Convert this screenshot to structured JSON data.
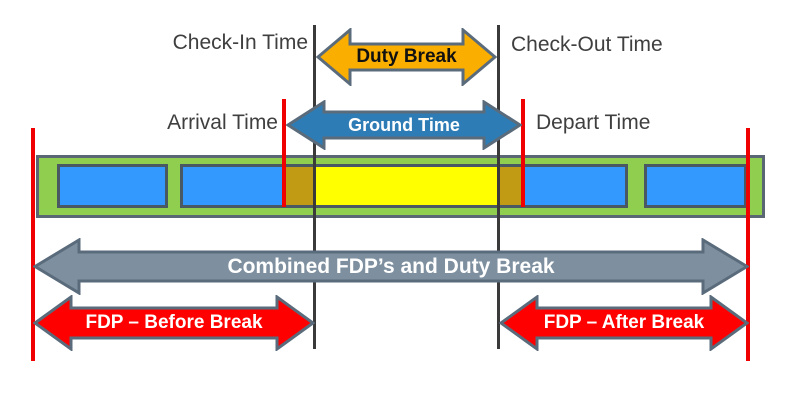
{
  "diagram": {
    "title_labels": {
      "check_in": "Check-In Time",
      "check_out": "Check-Out Time",
      "arrival": "Arrival Time",
      "depart": "Depart Time"
    },
    "arrows": {
      "duty_break": "Duty Break",
      "ground_time": "Ground Time",
      "combined": "Combined FDP’s and Duty Break",
      "fdp_before": "FDP – Before Break",
      "fdp_after": "FDP – After Break"
    },
    "timeline": {
      "segments": [
        "flight-leg",
        "flight-leg",
        "ground-time-before-duty-break",
        "duty-break",
        "ground-time-after-duty-break",
        "flight-leg",
        "flight-leg"
      ]
    },
    "colors": {
      "duty_break_arrow": "#f9ae00",
      "ground_time_arrow": "#2e7cb5",
      "combined_arrow": "#7e90a0",
      "fdp_arrow": "#fe0000",
      "arrow_border": "#5a6b7c",
      "bar_green": "#8fce4e",
      "flight_blue": "#3399fe",
      "duty_break_yellow": "#ffff00",
      "ground_olive": "#c09b13",
      "reference_line_red": "#f00000",
      "reference_line_black": "#3a3a3a",
      "label_text": "#3f3f3f"
    }
  }
}
